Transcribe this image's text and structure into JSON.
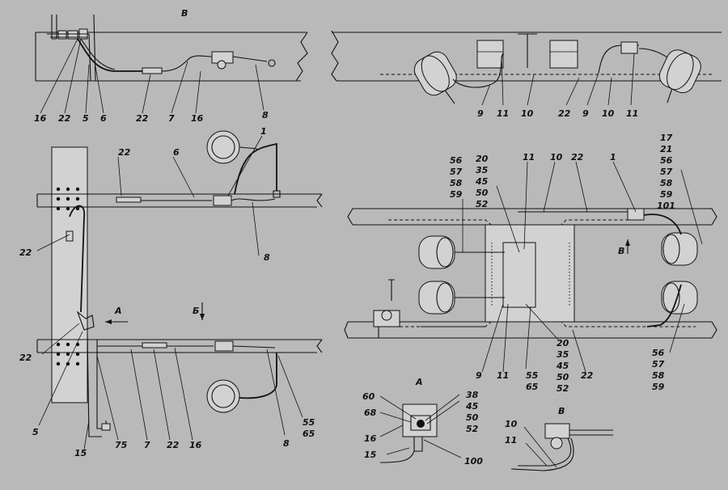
{
  "views": {
    "top_left": "В",
    "bottom_a": "А",
    "bottom_b": "В"
  },
  "arrows": {
    "a": "А",
    "b": "Б",
    "v": "В"
  },
  "labels": {
    "p1": [
      "16",
      "22",
      "5",
      "6",
      "22",
      "7",
      "16",
      "8"
    ],
    "p2": [
      "9",
      "11",
      "10",
      "22",
      "9",
      "10",
      "11"
    ],
    "p3": [
      "22",
      "6",
      "1",
      "22",
      "8",
      "22",
      "5",
      "15",
      "75",
      "7",
      "22",
      "16",
      "8",
      "55",
      "65"
    ],
    "p4_top": [
      "56",
      "57",
      "58",
      "59",
      "20",
      "35",
      "45",
      "50",
      "52",
      "11",
      "10",
      "22",
      "1",
      "17",
      "21",
      "56",
      "57",
      "58",
      "59",
      "101"
    ],
    "p4_bottom": [
      "9",
      "11",
      "55",
      "65",
      "20",
      "35",
      "45",
      "50",
      "52",
      "22",
      "56",
      "57",
      "58",
      "59"
    ],
    "p5": [
      "60",
      "68",
      "16",
      "15",
      "38",
      "45",
      "50",
      "52",
      "100"
    ],
    "p6": [
      "10",
      "11"
    ]
  }
}
